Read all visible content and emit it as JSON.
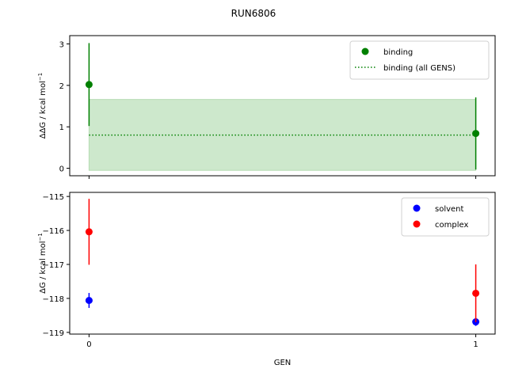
{
  "title": "RUN6806",
  "colors": {
    "binding": "#008000",
    "band": "#cde8cc",
    "solvent": "#0000ff",
    "complex": "#ff0000"
  },
  "chart_data": [
    {
      "type": "scatter",
      "panel": "top",
      "ylabel_main": "ΔΔG / kcal mol",
      "ylabel_sup": "−1",
      "xlim": [
        -0.05,
        1.05
      ],
      "ylim": [
        -0.18,
        3.2
      ],
      "xticks": [
        0,
        1
      ],
      "yticks": [
        0,
        1,
        2,
        3
      ],
      "ytick_labels": [
        "0",
        "1",
        "2",
        "3"
      ],
      "grid": false,
      "legend_position": "top-right",
      "series": [
        {
          "name": "binding",
          "kind": "errorbar",
          "x": [
            0,
            1
          ],
          "y": [
            2.02,
            0.84
          ],
          "yerr": [
            1.0,
            0.87
          ]
        }
      ],
      "reference": {
        "name": "binding (all GENS)",
        "y": 0.8,
        "band": [
          -0.05,
          1.66
        ],
        "x_range": [
          0,
          1
        ]
      }
    },
    {
      "type": "scatter",
      "panel": "bottom",
      "ylabel_main": "ΔG / kcal mol",
      "ylabel_sup": "−1",
      "xlabel": "GEN",
      "xlim": [
        -0.05,
        1.05
      ],
      "ylim": [
        -119.05,
        -114.88
      ],
      "xticks": [
        0,
        1
      ],
      "xtick_labels": [
        "0",
        "1"
      ],
      "yticks": [
        -115,
        -116,
        -117,
        -118,
        -119
      ],
      "ytick_labels": [
        "−115",
        "−116",
        "−117",
        "−118",
        "−119"
      ],
      "grid": false,
      "legend_position": "top-right",
      "series": [
        {
          "name": "solvent",
          "kind": "errorbar",
          "x": [
            0,
            1
          ],
          "y": [
            -118.06,
            -118.69
          ],
          "yerr": [
            0.22,
            0.12
          ]
        },
        {
          "name": "complex",
          "kind": "errorbar",
          "x": [
            0,
            1
          ],
          "y": [
            -116.04,
            -117.85
          ],
          "yerr": [
            0.97,
            0.85
          ]
        }
      ]
    }
  ]
}
